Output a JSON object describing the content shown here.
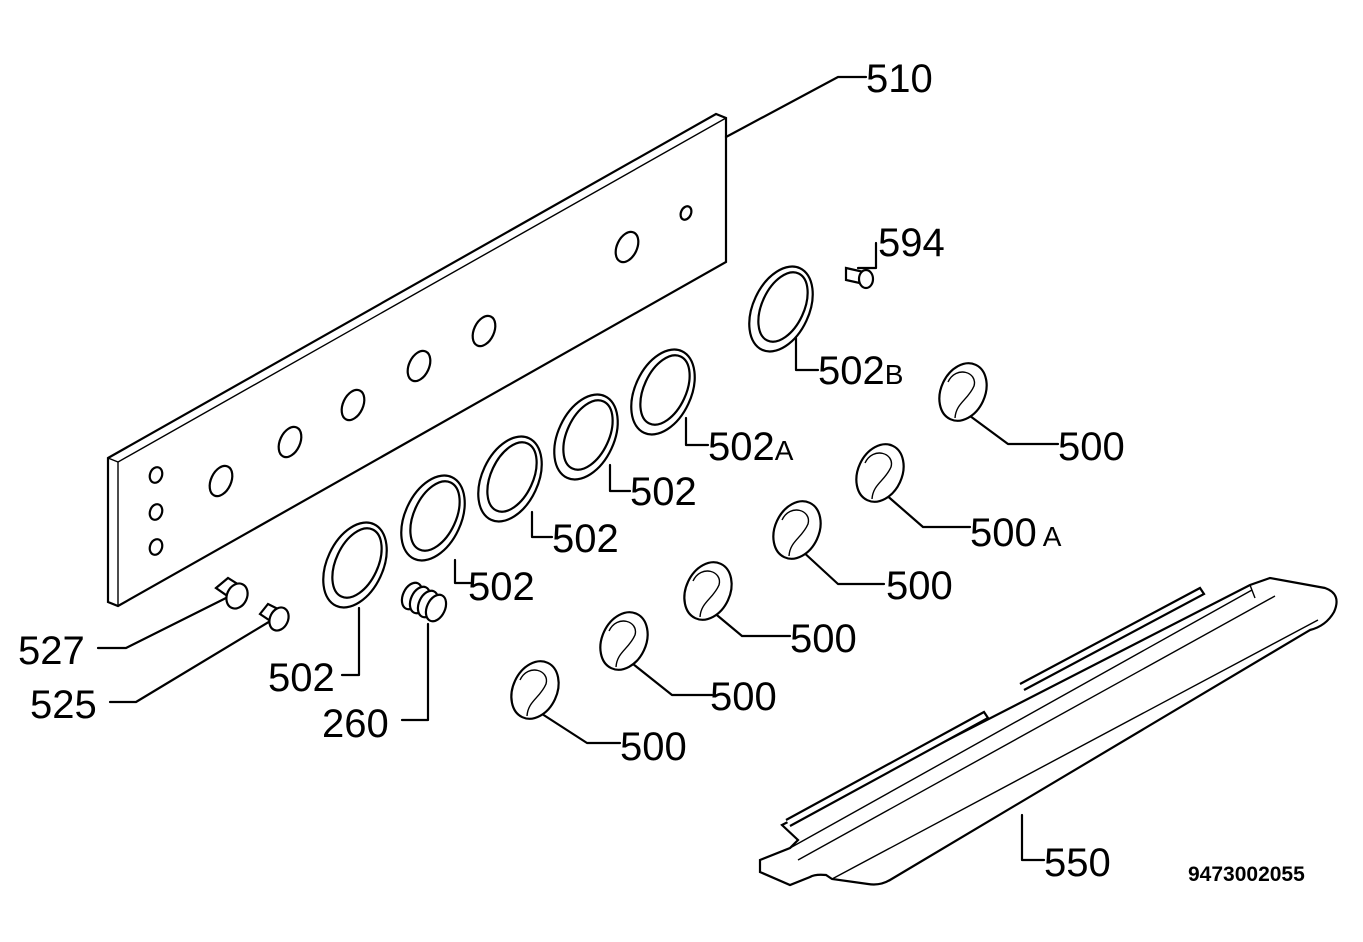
{
  "labels": {
    "p510": "510",
    "p594": "594",
    "p502b_num": "502",
    "p502b_suf": "B",
    "p500_1": "500",
    "p502a_num": "502",
    "p502a_suf": "A",
    "p502_1": "502",
    "p500a_num": "500",
    "p500a_suf": "A",
    "p502_2": "502",
    "p500_2": "500",
    "p502_3": "502",
    "p500_3": "500",
    "p527": "527",
    "p525": "525",
    "p500_4": "500",
    "p502_4": "502",
    "p260": "260",
    "p500_5": "500",
    "p550": "550"
  },
  "document_number": "9473002055"
}
